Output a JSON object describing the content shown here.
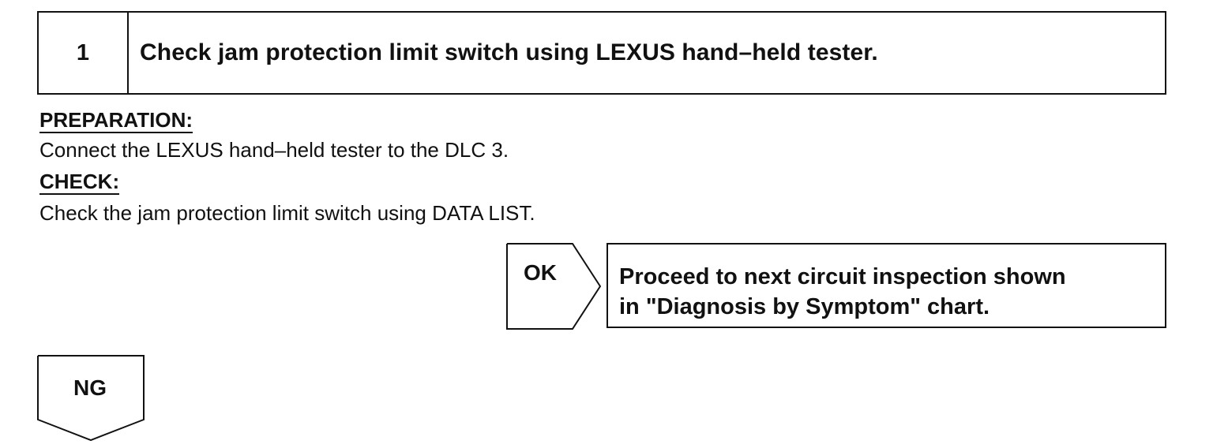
{
  "step": {
    "number": "1",
    "title": "Check jam protection limit switch using LEXUS hand–held tester."
  },
  "preparation": {
    "heading": "PREPARATION:",
    "text": "Connect the LEXUS hand–held tester to the DLC 3."
  },
  "check": {
    "heading": "CHECK:",
    "text": "Check the jam protection limit switch using DATA LIST."
  },
  "ok_branch": {
    "label": "OK",
    "result_line1": "Proceed to next circuit inspection shown",
    "result_line2": "in \"Diagnosis by Symptom\" chart."
  },
  "ng_branch": {
    "label": "NG"
  }
}
